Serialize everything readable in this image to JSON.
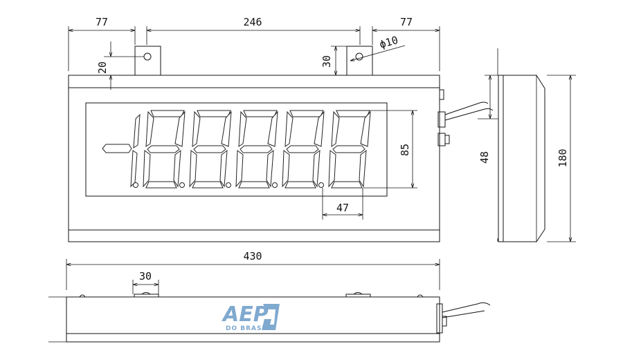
{
  "dimensions": {
    "top_left": "77",
    "top_center": "246",
    "top_right": "77",
    "bracket_height_left": "20",
    "bracket_height_right": "30",
    "hole_diameter": "ϕ10",
    "digit_height": "85",
    "digit_width": "47",
    "side_depth": "48",
    "height": "180",
    "width": "430",
    "bottom_bracket": "30"
  },
  "logo": {
    "main": "AEP",
    "sub": "DO BRASIL"
  },
  "colors": {
    "line": "#111111",
    "logo": "#7fa9cf"
  },
  "display": {
    "digit_count": 5,
    "leading_sign": "-1"
  }
}
